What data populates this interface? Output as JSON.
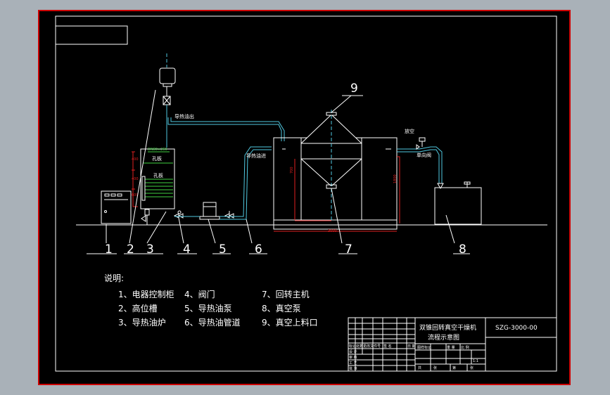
{
  "drawing": {
    "title_line1": "双锥回转真空干燥机",
    "title_line2": "流程示意图",
    "drawing_no": "SZG-3000-00",
    "scale": "1:1"
  },
  "labels": {
    "oil_out": "导热油出",
    "oil_in": "导热油进",
    "vent": "放空",
    "check_valve": "单向阀",
    "hole_top": "孔板",
    "hole_mid": "孔板",
    "callout_9": "9"
  },
  "part_numbers": [
    "1",
    "2",
    "3",
    "4",
    "5",
    "6",
    "7",
    "8"
  ],
  "legend": {
    "title": "说明:",
    "items": [
      "1、电器控制柜",
      "4、阀门",
      "7、回转主机",
      "2、高位槽",
      "5、导热油泵",
      "8、真空泵",
      "3、导热油炉",
      "6、导热油管道",
      "9、真空上料口"
    ]
  },
  "title_block": {
    "row_labels": [
      "设 计",
      "审 核",
      "工 艺",
      "批 准"
    ],
    "header_cells": [
      "标记",
      "处数",
      "更改文件号",
      "签 名",
      "日 期"
    ],
    "info_cells": [
      "图样标记",
      "重 量",
      "比 例"
    ],
    "sheet_cells": [
      "共",
      "张",
      "第",
      "张"
    ]
  },
  "colors": {
    "background": "#000000",
    "frame": "#e02020",
    "line": "#ffffff",
    "pipe": "#50c8e0",
    "accent_green": "#3fd23f"
  }
}
